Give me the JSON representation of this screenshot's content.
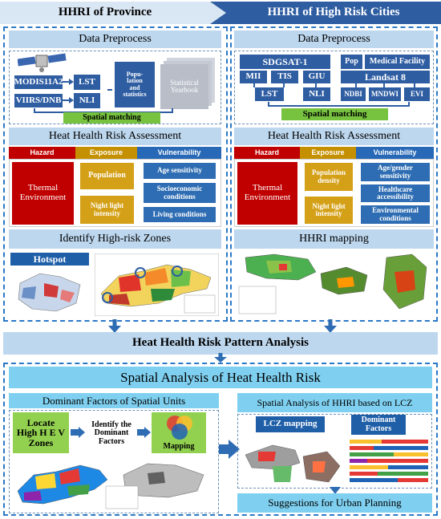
{
  "header": {
    "left": "HHRI of Province",
    "right": "HHRI of High Risk Cities"
  },
  "left": {
    "preprocess_title": "Data Preprocess",
    "modis": "MODIS11A2",
    "viirs": "VIIRS/DNB",
    "lst": "LST",
    "nli": "NLI",
    "popstat": "Popu-\nlation\nand\nstatistics",
    "yearbook": "Statistical\nYearbook",
    "spatial_matching": "Spatial matching",
    "assess_title": "Heat Health Risk Assessment",
    "hazard": "Hazard",
    "exposure": "Exposure",
    "vulnerability": "Vulnerability",
    "thermal": "Thermal\nEnvironment",
    "population": "Population",
    "night_light": "Night light\nintensity",
    "age_sens": "Age sensitivity",
    "socio": "Socioeconomic\nconditions",
    "living": "Living conditions",
    "identify_title": "Identify High-risk Zones",
    "hotspot": "Hotspot"
  },
  "right": {
    "preprocess_title": "Data Preprocess",
    "sdgsat": "SDGSAT-1",
    "pop": "Pop",
    "medical": "Medical Facility",
    "mii": "MII",
    "tis": "TIS",
    "giu": "GIU",
    "landsat": "Landsat 8",
    "lst": "LST",
    "nli": "NLI",
    "ndbi": "NDBI",
    "mndwi": "MNDWI",
    "evi": "EVI",
    "spatial_matching": "Spatial matching",
    "assess_title": "Heat Health Risk Assessment",
    "hazard": "Hazard",
    "exposure": "Exposure",
    "vulnerability": "Vulnerability",
    "thermal": "Thermal\nEnvironment",
    "pop_density": "Population\ndensity",
    "night_light": "Night light\nintensity",
    "age_gender": "Age/gender\nsensitivity",
    "healthcare": "Healthcare\naccessibility",
    "environmental": "Environmental\nconditions",
    "mapping_title": "HHRI mapping"
  },
  "middle": {
    "title": "Heat Health Risk Pattern Analysis"
  },
  "bottom": {
    "title": "Spatial Analysis of Heat Health Risk",
    "dominant_title": "Dominant Factors of Spatial Units",
    "locate": "Locate\nHigh H E V\nZones",
    "identify": "Identify the\nDominant\nFactors",
    "mapping": "Mapping",
    "lcz_title": "Spatial Analysis of HHRI based on LCZ",
    "lcz_mapping": "LCZ mapping",
    "dominant_factors": "Dominant\nFactors",
    "suggestions": "Suggestions for Urban Planning"
  },
  "colors": {
    "accent_blue": "#2e5da2",
    "light_blue": "#bdd7ee",
    "hazard_red": "#c00000",
    "exposure_gold": "#c59000",
    "vulnerability_blue": "#2869b7",
    "spatial_green": "#77c23f",
    "sky": "#7fd0f0"
  }
}
